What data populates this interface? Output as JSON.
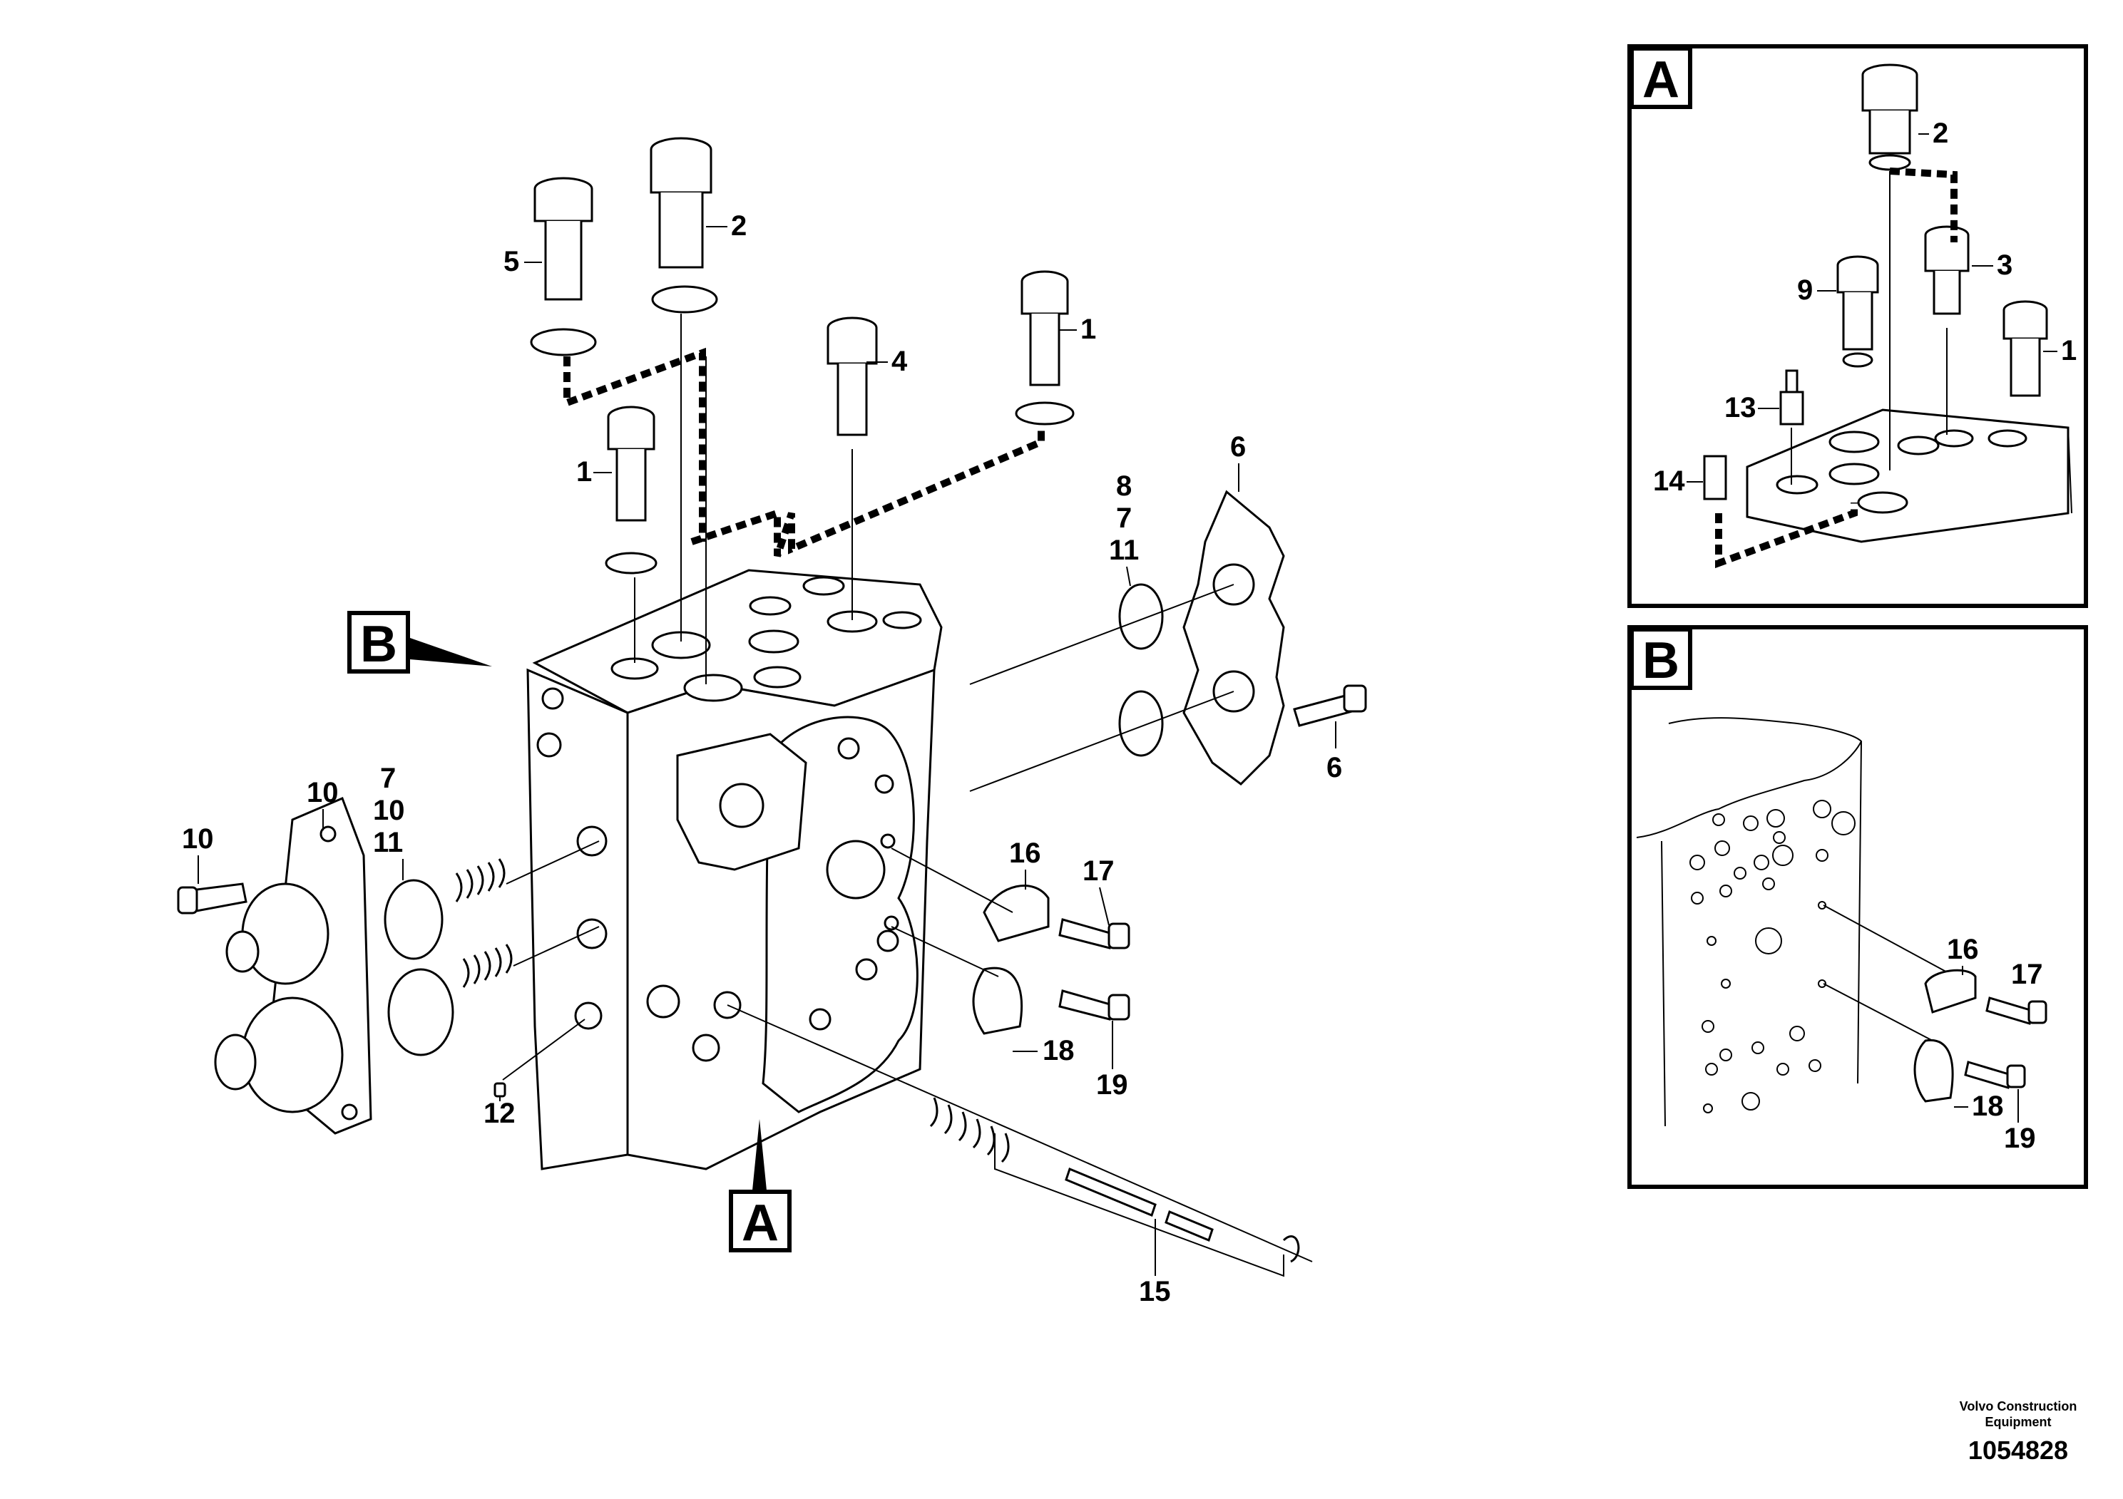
{
  "detail_a": {
    "letter": "A"
  },
  "detail_b": {
    "letter": "B"
  },
  "callouts": {
    "main": {
      "p1a": "1",
      "p1b": "1",
      "p2": "2",
      "p4": "4",
      "p5": "5",
      "p6_gasket": "6",
      "p8": "8",
      "p7": "7",
      "p11": "11",
      "p6_screw": "6",
      "p7b": "7",
      "p10b": "10",
      "p11b": "11",
      "p10_cover": "10",
      "p10_screw": "10",
      "p12": "12",
      "p15": "15",
      "p16": "16",
      "p17": "17",
      "p18": "18",
      "p19": "19"
    },
    "inset_a": {
      "p2": "2",
      "p3": "3",
      "p9": "9",
      "p1": "1",
      "p13": "13",
      "p14": "14"
    },
    "inset_b": {
      "p16": "16",
      "p17": "17",
      "p18": "18",
      "p19": "19"
    }
  },
  "credit": {
    "org": "Volvo Construction Equipment",
    "number": "1054828"
  }
}
